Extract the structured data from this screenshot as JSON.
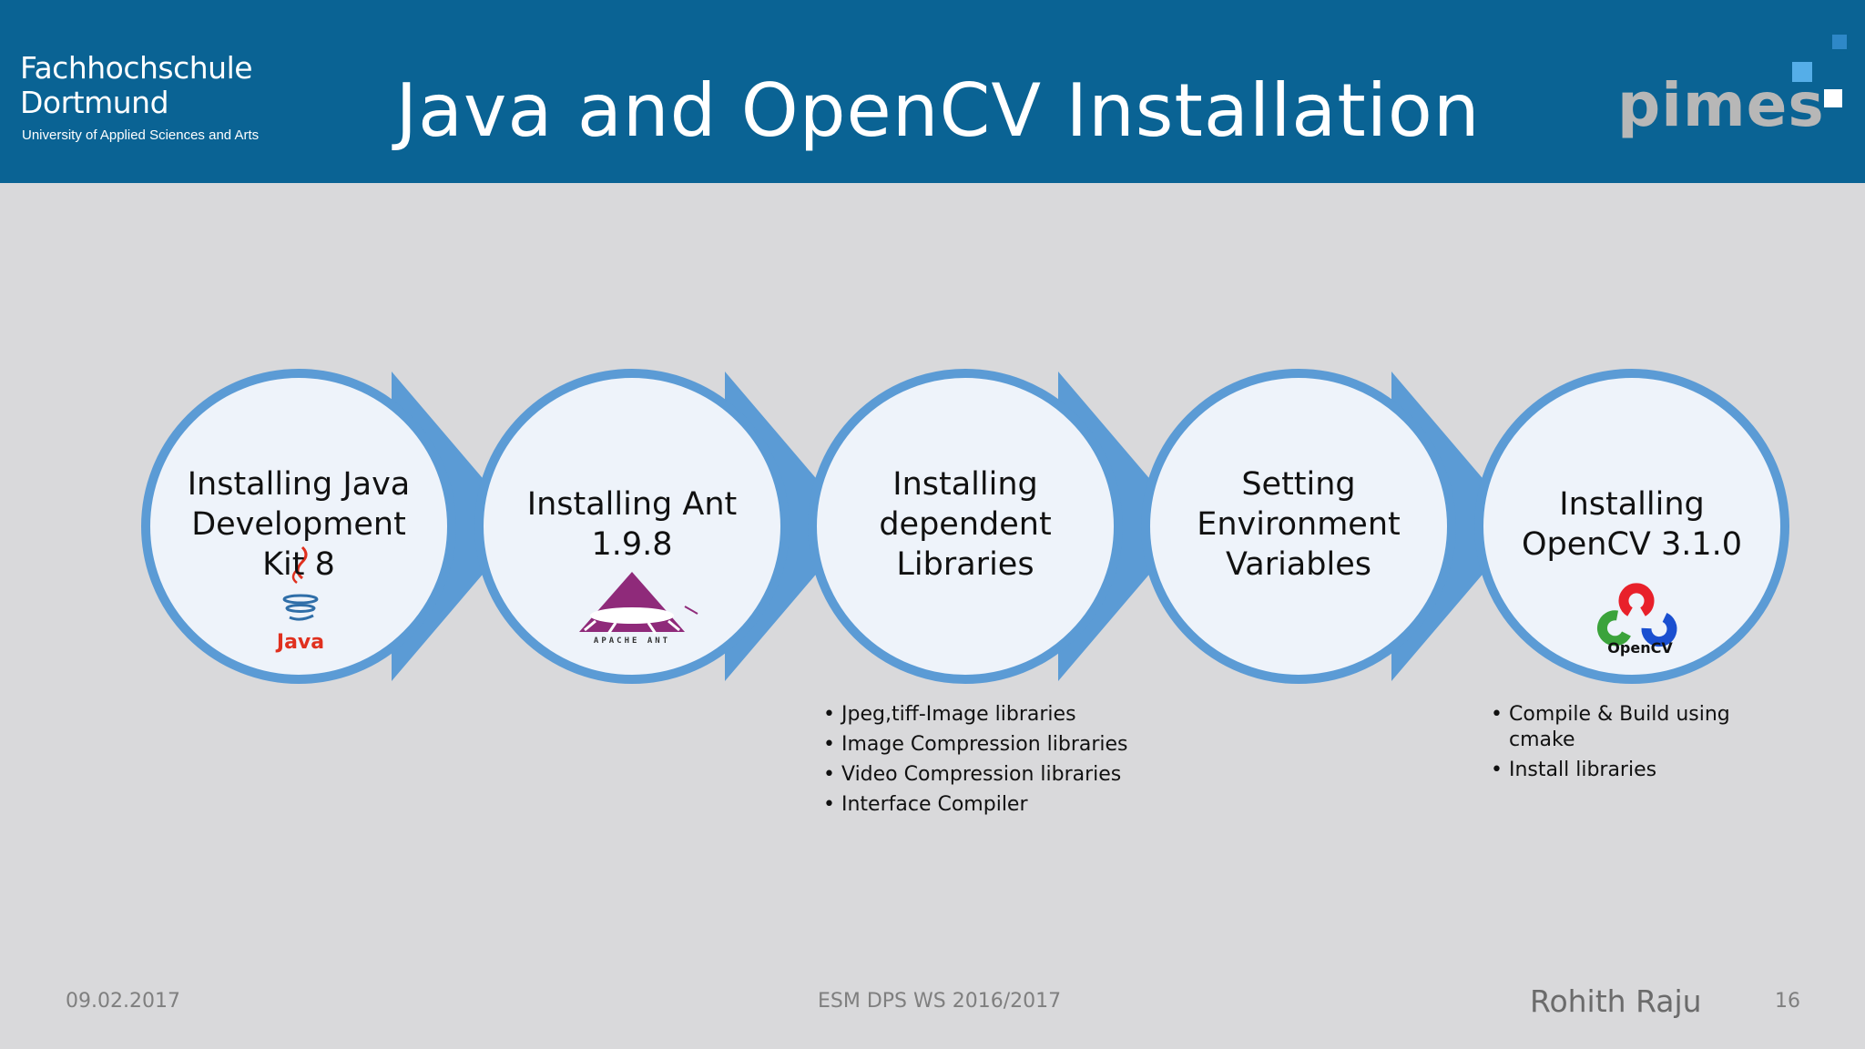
{
  "header": {
    "institution_name": "Fachhochschule\nDortmund",
    "institution_sub": "University of Applied Sciences and Arts",
    "title": "Java and OpenCV Installation",
    "logo_text": "pimes"
  },
  "colors": {
    "header_bg": "#0a6394",
    "circle_border": "#5b9bd5",
    "circle_fill": "#eef3fa",
    "arrow_fill": "#5b9bd5",
    "page_bg": "#d9d9db"
  },
  "steps": [
    {
      "label": "Installing Java Development Kit 8",
      "icon": "java-logo-icon",
      "logo_text": "Java"
    },
    {
      "label": "Installing Ant 1.9.8",
      "icon": "apache-ant-logo-icon",
      "logo_text": "APACHE ANT"
    },
    {
      "label": "Installing dependent Libraries",
      "icon": ""
    },
    {
      "label": "Setting Environment Variables",
      "icon": ""
    },
    {
      "label": "Installing OpenCV 3.1.0",
      "icon": "opencv-logo-icon",
      "logo_text": "OpenCV"
    }
  ],
  "step3_bullets": [
    "Jpeg,tiff-Image libraries",
    "Image Compression libraries",
    "Video Compression libraries",
    "Interface Compiler"
  ],
  "step5_bullets": [
    "Compile  & Build using cmake",
    "Install libraries"
  ],
  "footer": {
    "date": "09.02.2017",
    "course": "ESM DPS WS 2016/2017",
    "author": "Rohith Raju",
    "page": "16"
  }
}
